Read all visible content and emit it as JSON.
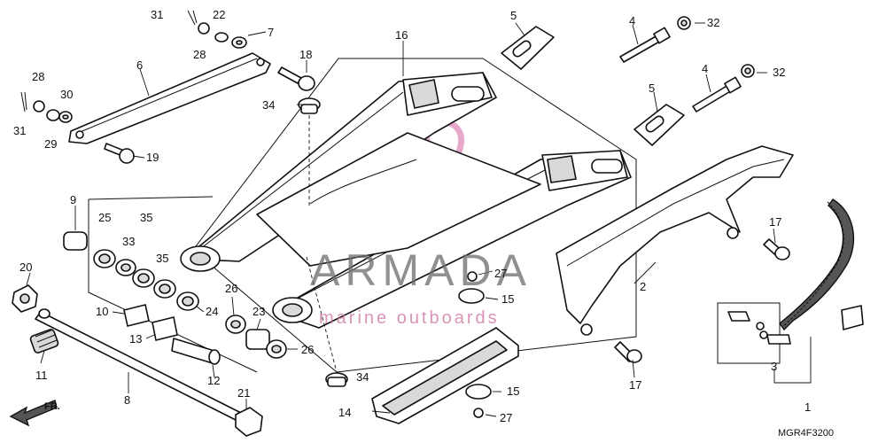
{
  "diagram": {
    "code": "MGR4F3200",
    "direction": "FR."
  },
  "watermark": {
    "title": "ARMADA",
    "subtitle": "marine outboards",
    "accent": "#e59ac2"
  },
  "callouts": {
    "c1": "1",
    "c2": "2",
    "c3": "3",
    "c4a": "4",
    "c4b": "4",
    "c5a": "5",
    "c5b": "5",
    "c6": "6",
    "c7": "7",
    "c8": "8",
    "c9": "9",
    "c10": "10",
    "c11": "11",
    "c12": "12",
    "c13": "13",
    "c14": "14",
    "c15a": "15",
    "c15b": "15",
    "c16": "16",
    "c17a": "17",
    "c17b": "17",
    "c18": "18",
    "c19": "19",
    "c20": "20",
    "c21": "21",
    "c22": "22",
    "c23": "23",
    "c24": "24",
    "c25": "25",
    "c26a": "26",
    "c26b": "26",
    "c27a": "27",
    "c27b": "27",
    "c28a": "28",
    "c28b": "28",
    "c29": "29",
    "c30": "30",
    "c31a": "31",
    "c31b": "31",
    "c32a": "32",
    "c32b": "32",
    "c33": "33",
    "c34a": "34",
    "c34b": "34",
    "c35a": "35",
    "c35b": "35"
  }
}
